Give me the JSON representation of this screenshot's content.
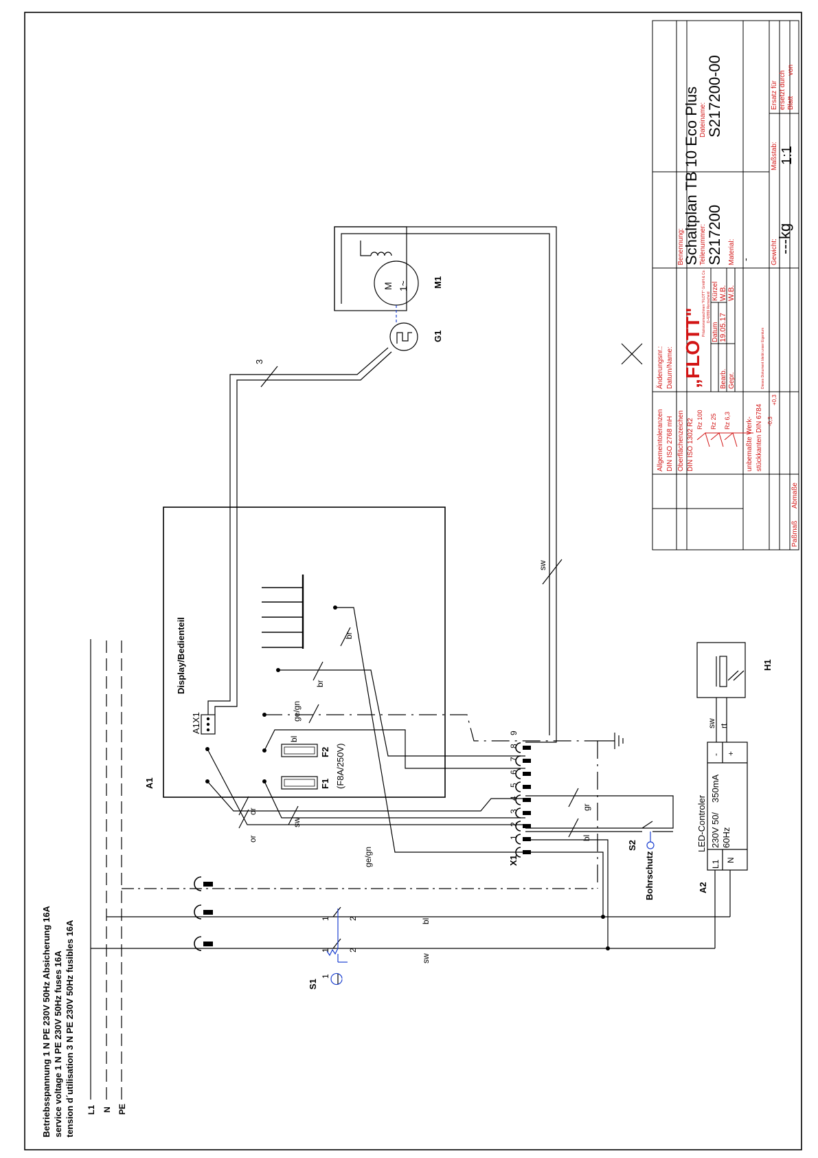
{
  "supply": {
    "line1": "Betriebsspannung 1 N PE 230V 50Hz   Absicherung 16A",
    "line2": "service voltage 1 N PE 230V 50Hz fuses 16A",
    "line3": "tension d´utilisation 3 N PE 230V 50Hz fusibles 16A",
    "rails": [
      "L1",
      "N",
      "PE"
    ]
  },
  "components": {
    "S1": "S1",
    "S2": "S2",
    "S2_label": "Bohrschutz",
    "A1": "A1",
    "A1X1": "A1X1",
    "A2": "A2",
    "X1": "X1",
    "F1": "F1",
    "F1_rating": "(F8A/250V)",
    "F2": "F2",
    "M1": "M1",
    "motor_symbol_m": "M",
    "motor_symbol_phase": "1~",
    "G1": "G1",
    "H1": "H1",
    "display": "Display/Bedienteil",
    "cable_count": "3"
  },
  "terminals": [
    "1",
    "2",
    "3",
    "4",
    "5",
    "6",
    "7",
    "8",
    "9"
  ],
  "switch_contacts": [
    "1",
    "2",
    "1",
    "2"
  ],
  "wires": {
    "sw": "sw",
    "bl": "bl",
    "br": "br",
    "or": "or",
    "gr": "gr",
    "gegn": "ge/gn",
    "rt": "rt"
  },
  "led_controller": {
    "title": "LED-Controler",
    "voltage": "230V 50/",
    "freq": "60Hz",
    "current": "350mA",
    "term_l": "L1",
    "term_n": "N",
    "minus": "-",
    "plus": "+"
  },
  "title_block": {
    "tol_head": "Allgemeintoleranzen",
    "tol_std": "DIN ISO 2768 mH",
    "surf_head": "Oberflächenzeichen",
    "surf_std": "DIN ISO 1302 R2",
    "rz": [
      "Rz 100",
      "Rz 25",
      "Rz 6,3"
    ],
    "edge_head": "unbemaßte Werk-",
    "edge_head2": "stückkanten DIN 6784",
    "edge_minus": "-0,3",
    "edge_plus": "+0,3",
    "passmass": "Paßmaß",
    "abmasse": "Abmaße",
    "aenderung": "Änderungsnr.:",
    "datum_name": "Datum/Name:",
    "logo": "„FLOTT\"",
    "logo_sub1": "Präzisionsmaschinen \"FLOTT\" GmbH & Co.",
    "logo_sub2": "D-42859 Remscheid",
    "datum": "Datum",
    "kuerzel": "Kürzel",
    "bearb": "Bearb.",
    "bearb_date": "19.05.17",
    "bearb_by": "W.B.",
    "gepr": "Gepr.",
    "gepr_by": "W.B.",
    "copyright": "Dieses Dokument bleibt unser Eigentum",
    "benennung_label": "Benennung:",
    "benennung": "Schaltplan TB 10 Eco Plus",
    "teilenummer_label": "Teilenummer:",
    "teilenummer": "S217200",
    "dateiname_label": "Dateiname:",
    "dateiname": "S217200-00",
    "material_label": "Material:",
    "material": "-",
    "gewicht_label": "Gewicht:",
    "gewicht": "---kg",
    "massstab_label": "Maßstab:",
    "massstab": "1:1",
    "ersatz": "Ersatz für",
    "ersetzt": "ersetzt durch",
    "blatt": "Blatt",
    "von": "von"
  }
}
